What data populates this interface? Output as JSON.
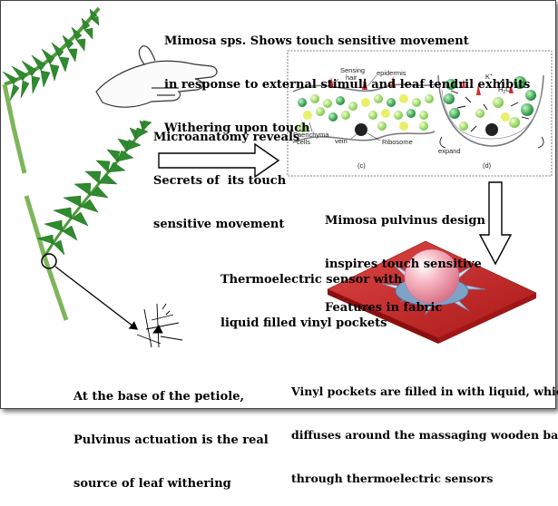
{
  "captions": {
    "mimosa_intro": [
      "Mimosa sps. Shows touch sensitive movement",
      "in response to external stimuli and leaf tendril exhibits",
      "Withering upon touch"
    ],
    "microanatomy": [
      "Microanatomy reveals",
      "Secrets of  its touch",
      "sensitive movement"
    ],
    "pulvinus_design": [
      "Mimosa pulvinus design",
      "inspires touch sensitive",
      "Features in fabric"
    ],
    "thermo_sensor": [
      "Thermoelectric sensor with",
      "liquid filled vinyl pockets"
    ],
    "petiole_base": [
      "At the base of the petiole,",
      "Pulvinus actuation is the real",
      "source of leaf withering"
    ],
    "vinyl_pockets": [
      "Vinyl pockets are filled in with liquid, which",
      "diffuses around the massaging wooden ball",
      "through thermoelectric sensors"
    ]
  },
  "micro_labels": {
    "sensing_hair": [
      "Sensing",
      "hair"
    ],
    "epidermis": "epidermis",
    "paenchyma": [
      "Paenchyma",
      "cells"
    ],
    "vein": "vein",
    "ribosome": "Ribosome",
    "panel_c": "(c)",
    "panel_d": "(d)",
    "expand": "expand",
    "k_ion": "K",
    "k_sup": "+",
    "h2o": "H",
    "h2o_sub": "2",
    "h2o_o": "O"
  },
  "colors": {
    "leaf": "#2e8b2e",
    "leaf_dark": "#1f6b1f",
    "stem": "#6aa84f",
    "cell_green": "#8fd14f",
    "cell_yellow": "#e8f06a",
    "cell_dark": "#2e9e45",
    "fabric_red": "#cc2a2a",
    "sphere_pink": "#f4a7b3"
  }
}
